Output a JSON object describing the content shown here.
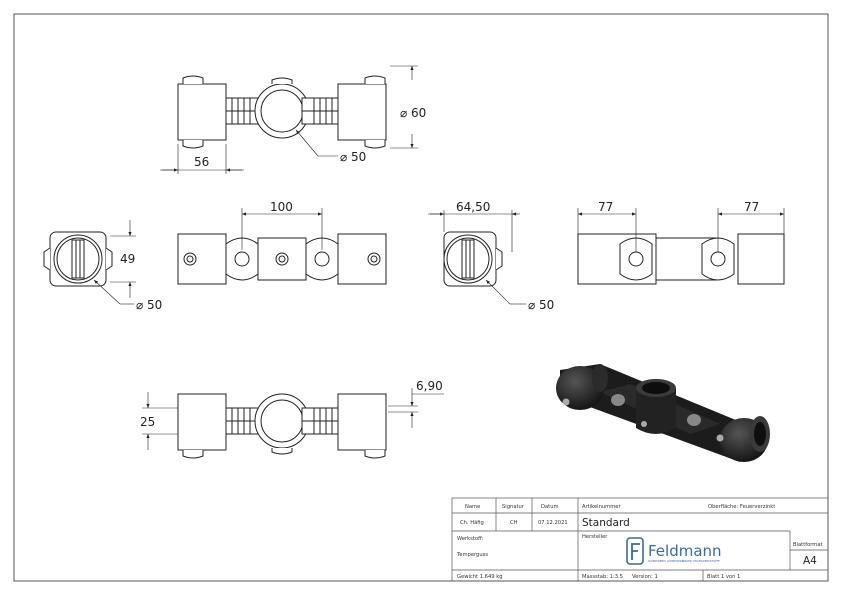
{
  "dimensions": {
    "top_diameter_side": "60",
    "top_pipe": "50",
    "top_clamp_width": "56",
    "left_height": "49",
    "left_diameter": "50",
    "mid_spacing": "100",
    "right_offset": "64,50",
    "far_left": "77",
    "far_right": "77",
    "right_diameter": "50",
    "bottom_height": "25",
    "bottom_offset": "6,90"
  },
  "title_block": {
    "h_name": "Name",
    "h_signatur": "Signatur",
    "h_datum": "Datum",
    "h_artikel": "Artikelnummer",
    "h_oberflaeche": "Oberfläche: Feuerverzinkt",
    "name": "Ch. Häfig",
    "signatur": "CH",
    "datum": "07.12.2021",
    "titel": "Standard",
    "werkstoff_label": "Werkstoff:",
    "werkstoff": "Temperguss",
    "hersteller_label": "Hersteller",
    "logo_name": "Feldmann",
    "logo_sub": "SCHNEIDEREI, KLEMMVERBINDER, PROFILWERKSTOFFE",
    "blattformat_label": "Blattformat",
    "blattformat": "A4",
    "gewicht": "Gewicht 1.649 kg",
    "massstab": "Massstab: 1:3.5",
    "version": "Version: 1",
    "blatt": "Blatt 1 von 1"
  },
  "colors": {
    "line": "#222222",
    "frame": "#555555",
    "logo": "#3a6aa6"
  }
}
